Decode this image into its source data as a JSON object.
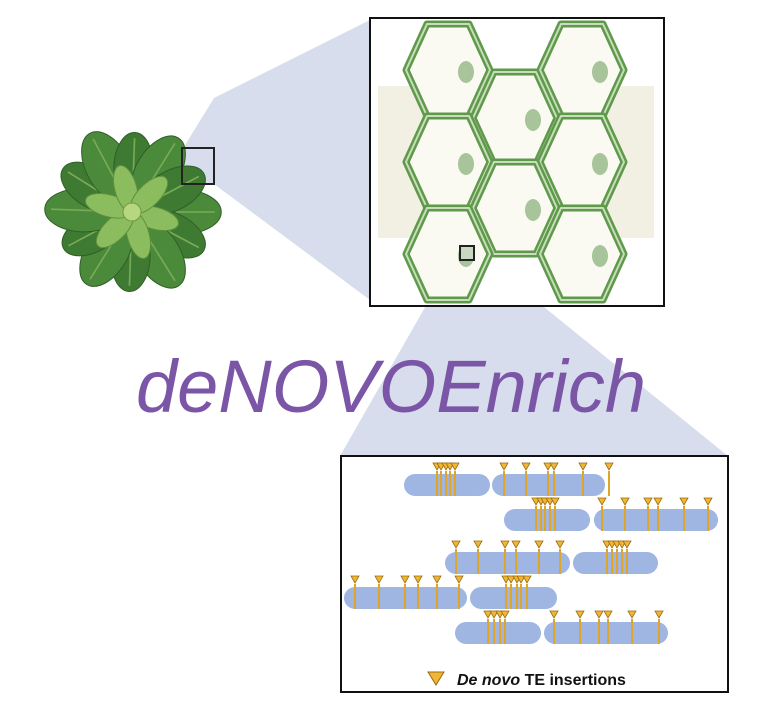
{
  "title": "deNOVOEnrich",
  "legend": {
    "italic_part": "De novo",
    "rest_part": " TE  insertions",
    "marker_icon": "orange-triangle-icon"
  },
  "colors": {
    "title": "#7b55a6",
    "leaf_dark": "#3f7a33",
    "leaf_light": "#8bbd5e",
    "cell_border": "#5f9a4c",
    "cell_fill": "#f3f1e3",
    "nucleus": "#a7c49a",
    "zoom_wedge": "#c9d1e6",
    "chromosome": "#9fb6e3",
    "te_marker": "#e0a526"
  }
}
